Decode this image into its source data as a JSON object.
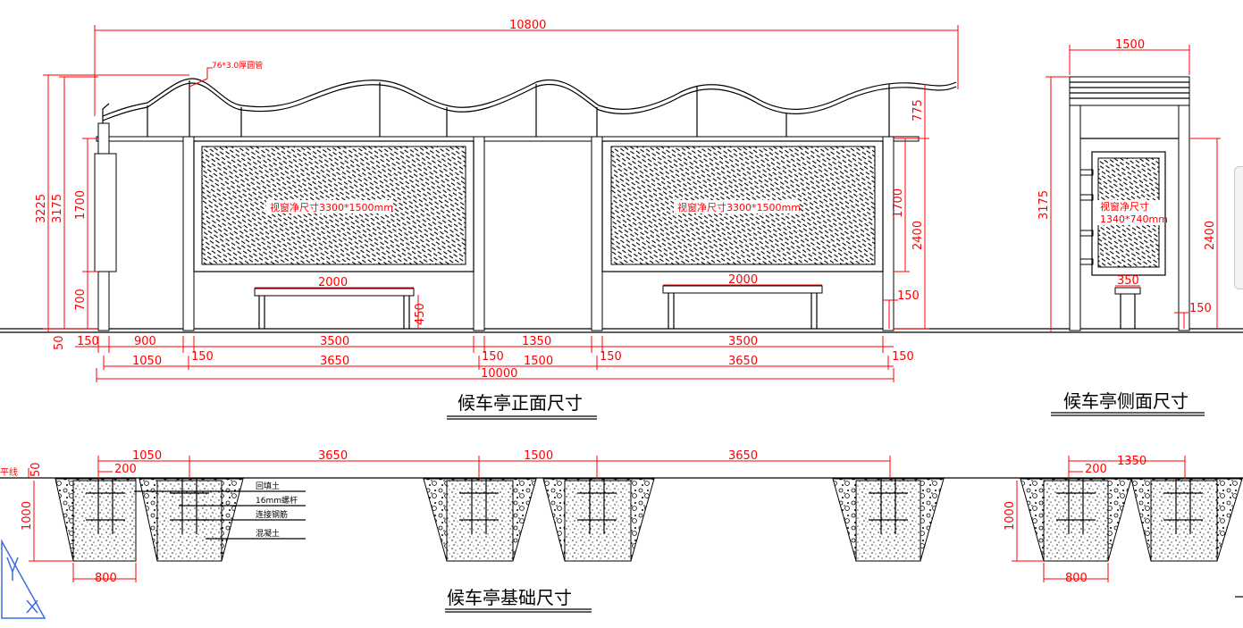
{
  "titles": {
    "front": "候车亭正面尺寸",
    "side": "候车亭侧面尺寸",
    "foundation": "候车亭基础尺寸"
  },
  "front": {
    "top_total": "10800",
    "pipe_note": "76*3.0厚圆管",
    "h_3225": "3225",
    "h_3175": "3175",
    "h_1700_left": "1700",
    "h_700": "700",
    "h_50": "50",
    "h_775": "775",
    "h_1700_right": "1700",
    "h_2400": "2400",
    "h_150": "150",
    "h_450": "450",
    "bench_left": "2000",
    "bench_right": "2000",
    "panel_left": "视窗净尺寸3300*1500mm",
    "panel_right": "视窗净尺寸3300*1500mm",
    "row1": [
      "150",
      "900",
      "3500",
      "1350",
      "3500"
    ],
    "row2": [
      "1050",
      "150",
      "3650",
      "150",
      "1500",
      "150",
      "3650",
      "150"
    ],
    "row3_total": "10000"
  },
  "side": {
    "width_top": "1500",
    "h_3175": "3175",
    "h_2400": "2400",
    "h_150": "150",
    "seat": "350",
    "panel_line1": "视窗净尺寸",
    "panel_line2": "1340*740mm"
  },
  "foundation": {
    "ground_note": "平线",
    "h_50": "50",
    "d_1050": "1050",
    "d_200": "200",
    "d_3650_a": "3650",
    "d_1500": "1500",
    "d_3650_b": "3650",
    "h_1000_left": "1000",
    "w_800_left": "800",
    "legend": [
      "回填土",
      "16mm螺杆",
      "连接钢筋",
      "混凝土"
    ],
    "side_1350": "1350",
    "side_200": "200",
    "side_1000": "1000",
    "side_800": "800"
  }
}
